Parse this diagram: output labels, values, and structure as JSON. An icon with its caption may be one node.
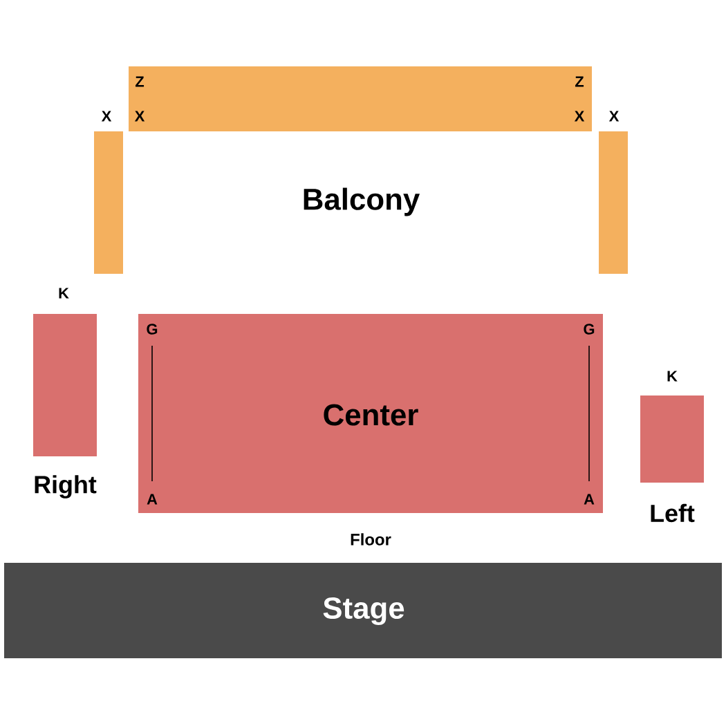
{
  "diagram": {
    "nodes": [
      {
        "text": [
          "Z",
          "X",
          "Z",
          "X"
        ]
      },
      {
        "text": [],
        "shape": "box",
        "beside": [
          "X"
        ]
      },
      {
        "text": [],
        "shape": "box",
        "beside": [
          "X"
        ]
      },
      {
        "text": [],
        "shape": "box",
        "beside": [
          "K",
          "Right"
        ]
      },
      {
        "text": [
          "G",
          "A",
          "G",
          "A",
          "Center"
        ]
      },
      {
        "text": [],
        "shape": "box",
        "beside": [
          "K",
          "Left"
        ]
      },
      {
        "text": [
          "Stage"
        ]
      }
    ],
    "labels": [
      "Balcony",
      "Floor"
    ]
  }
}
